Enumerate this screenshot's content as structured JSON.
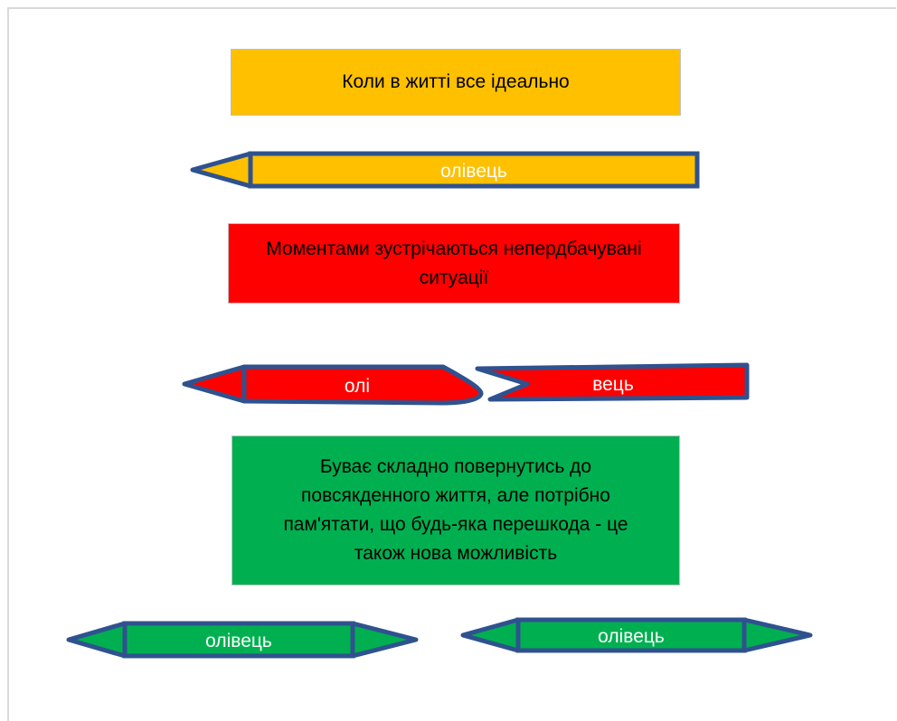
{
  "colors": {
    "yellow": "#ffc000",
    "red": "#ff0000",
    "green": "#00b050",
    "outline": "#2f528f"
  },
  "boxes": {
    "ideal": "Коли в житті все ідеально",
    "unexpected": "Моментами зустрічаються непердбачувані ситуації",
    "hard": "Буває складно повернутись до повсякденного життя, але потрібно пам'ятати, що будь-яка перешкода - це також нова можливість"
  },
  "pencils": {
    "yellow": "олівець",
    "broken_left": "олі",
    "broken_right": "вець",
    "green_left": "олівець",
    "green_right": "олівець"
  }
}
